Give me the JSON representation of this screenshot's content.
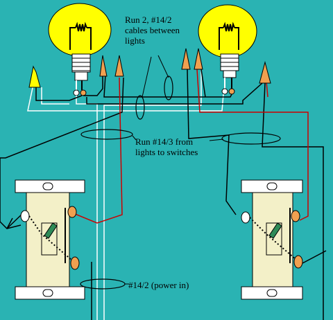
{
  "diagram": {
    "labels": {
      "run2_line1": "Run 2, #14/2",
      "run2_line2": "cables between",
      "run2_line3": "lights",
      "run3_line1": "Run #14/3 from",
      "run3_line2": "lights to switches",
      "power_in": "#14/2 (power in)"
    },
    "colors": {
      "background": "#2ab3b3",
      "bulb": "#ffff00",
      "wire_nut": "#f0a050",
      "wire_nut_yellow": "#ffff00",
      "hot_wire_black": "#000000",
      "neutral_wire_white": "#ffffff",
      "traveler_wire_red": "#cc0000",
      "switch_body": "#f3f0c8",
      "switch_toggle": "#2e8b57"
    },
    "components": {
      "bulbs": [
        "light-left",
        "light-right"
      ],
      "switches": [
        "switch-left",
        "switch-right"
      ]
    }
  }
}
